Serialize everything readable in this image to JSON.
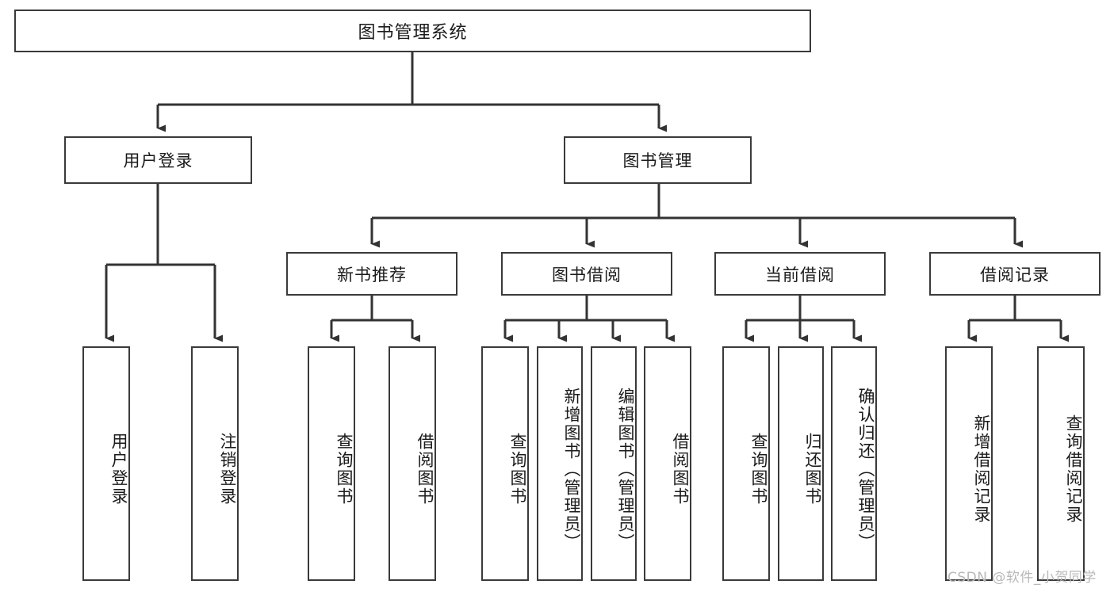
{
  "diagram": {
    "title": "图书管理系统",
    "type": "tree-hierarchy-chart",
    "colors": {
      "node_border": "#3a3a3a",
      "node_fill": "#ffffff",
      "edge": "#333333",
      "text": "#1a1a1a",
      "watermark": "#b8b8b8",
      "background": "#ffffff"
    },
    "watermark": "CSDN @软件_小贺同学"
  },
  "nodes": {
    "root": {
      "label": "图书管理系统"
    },
    "level2": [
      {
        "id": "user-login",
        "label": "用户登录"
      },
      {
        "id": "book-management",
        "label": "图书管理"
      }
    ],
    "level3": [
      {
        "id": "new-book-recommend",
        "label": "新书推荐"
      },
      {
        "id": "book-borrow",
        "label": "图书借阅"
      },
      {
        "id": "current-borrow",
        "label": "当前借阅"
      },
      {
        "id": "borrow-record",
        "label": "借阅记录"
      }
    ],
    "leaves": {
      "user_login": [
        {
          "id": "leaf-user-login",
          "label": "用户登录"
        },
        {
          "id": "leaf-logout-login",
          "label": "注销登录"
        }
      ],
      "new_book_recommend": [
        {
          "id": "leaf-query-book-1",
          "label": "查询图书"
        },
        {
          "id": "leaf-borrow-book-1",
          "label": "借阅图书"
        }
      ],
      "book_borrow": [
        {
          "id": "leaf-query-book-2",
          "label": "查询图书"
        },
        {
          "id": "leaf-add-book-admin",
          "label": "新增图书（管理员）"
        },
        {
          "id": "leaf-edit-book-admin",
          "label": "编辑图书（管理员）"
        },
        {
          "id": "leaf-borrow-book-2",
          "label": "借阅图书"
        }
      ],
      "current_borrow": [
        {
          "id": "leaf-query-book-3",
          "label": "查询图书"
        },
        {
          "id": "leaf-return-book",
          "label": "归还图书"
        },
        {
          "id": "leaf-confirm-return-admin",
          "label": "确认归还（管理员）"
        }
      ],
      "borrow_record": [
        {
          "id": "leaf-add-borrow-record",
          "label": "新增借阅记录"
        },
        {
          "id": "leaf-query-borrow-record",
          "label": "查询借阅记录"
        }
      ]
    }
  }
}
